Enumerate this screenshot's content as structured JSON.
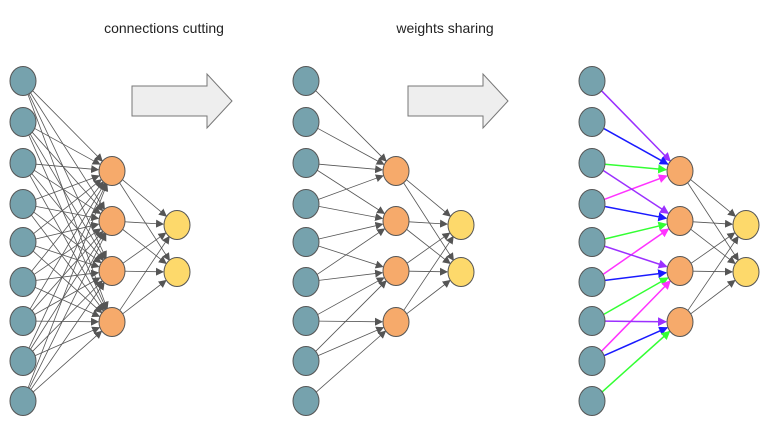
{
  "labels": {
    "step1": "connections cutting",
    "step2": "weights sharing"
  },
  "colors": {
    "input_node": "#76a2ad",
    "hidden_node": "#f6aa6b",
    "output_node": "#fdd96b",
    "edge_gray": "#555555",
    "shared_purple": "#9b30ff",
    "shared_blue": "#1a1aff",
    "shared_green": "#33ff33",
    "shared_magenta": "#ff33ff"
  },
  "network": {
    "input_count": 9,
    "hidden_count": 4,
    "output_count": 2,
    "panels": [
      {
        "name": "fully-connected",
        "connectivity": "full",
        "weight_colors": "uniform"
      },
      {
        "name": "locally-connected",
        "connectivity": "local",
        "weight_colors": "uniform"
      },
      {
        "name": "shared-weights",
        "connectivity": "local",
        "weight_colors": "shared"
      }
    ]
  }
}
